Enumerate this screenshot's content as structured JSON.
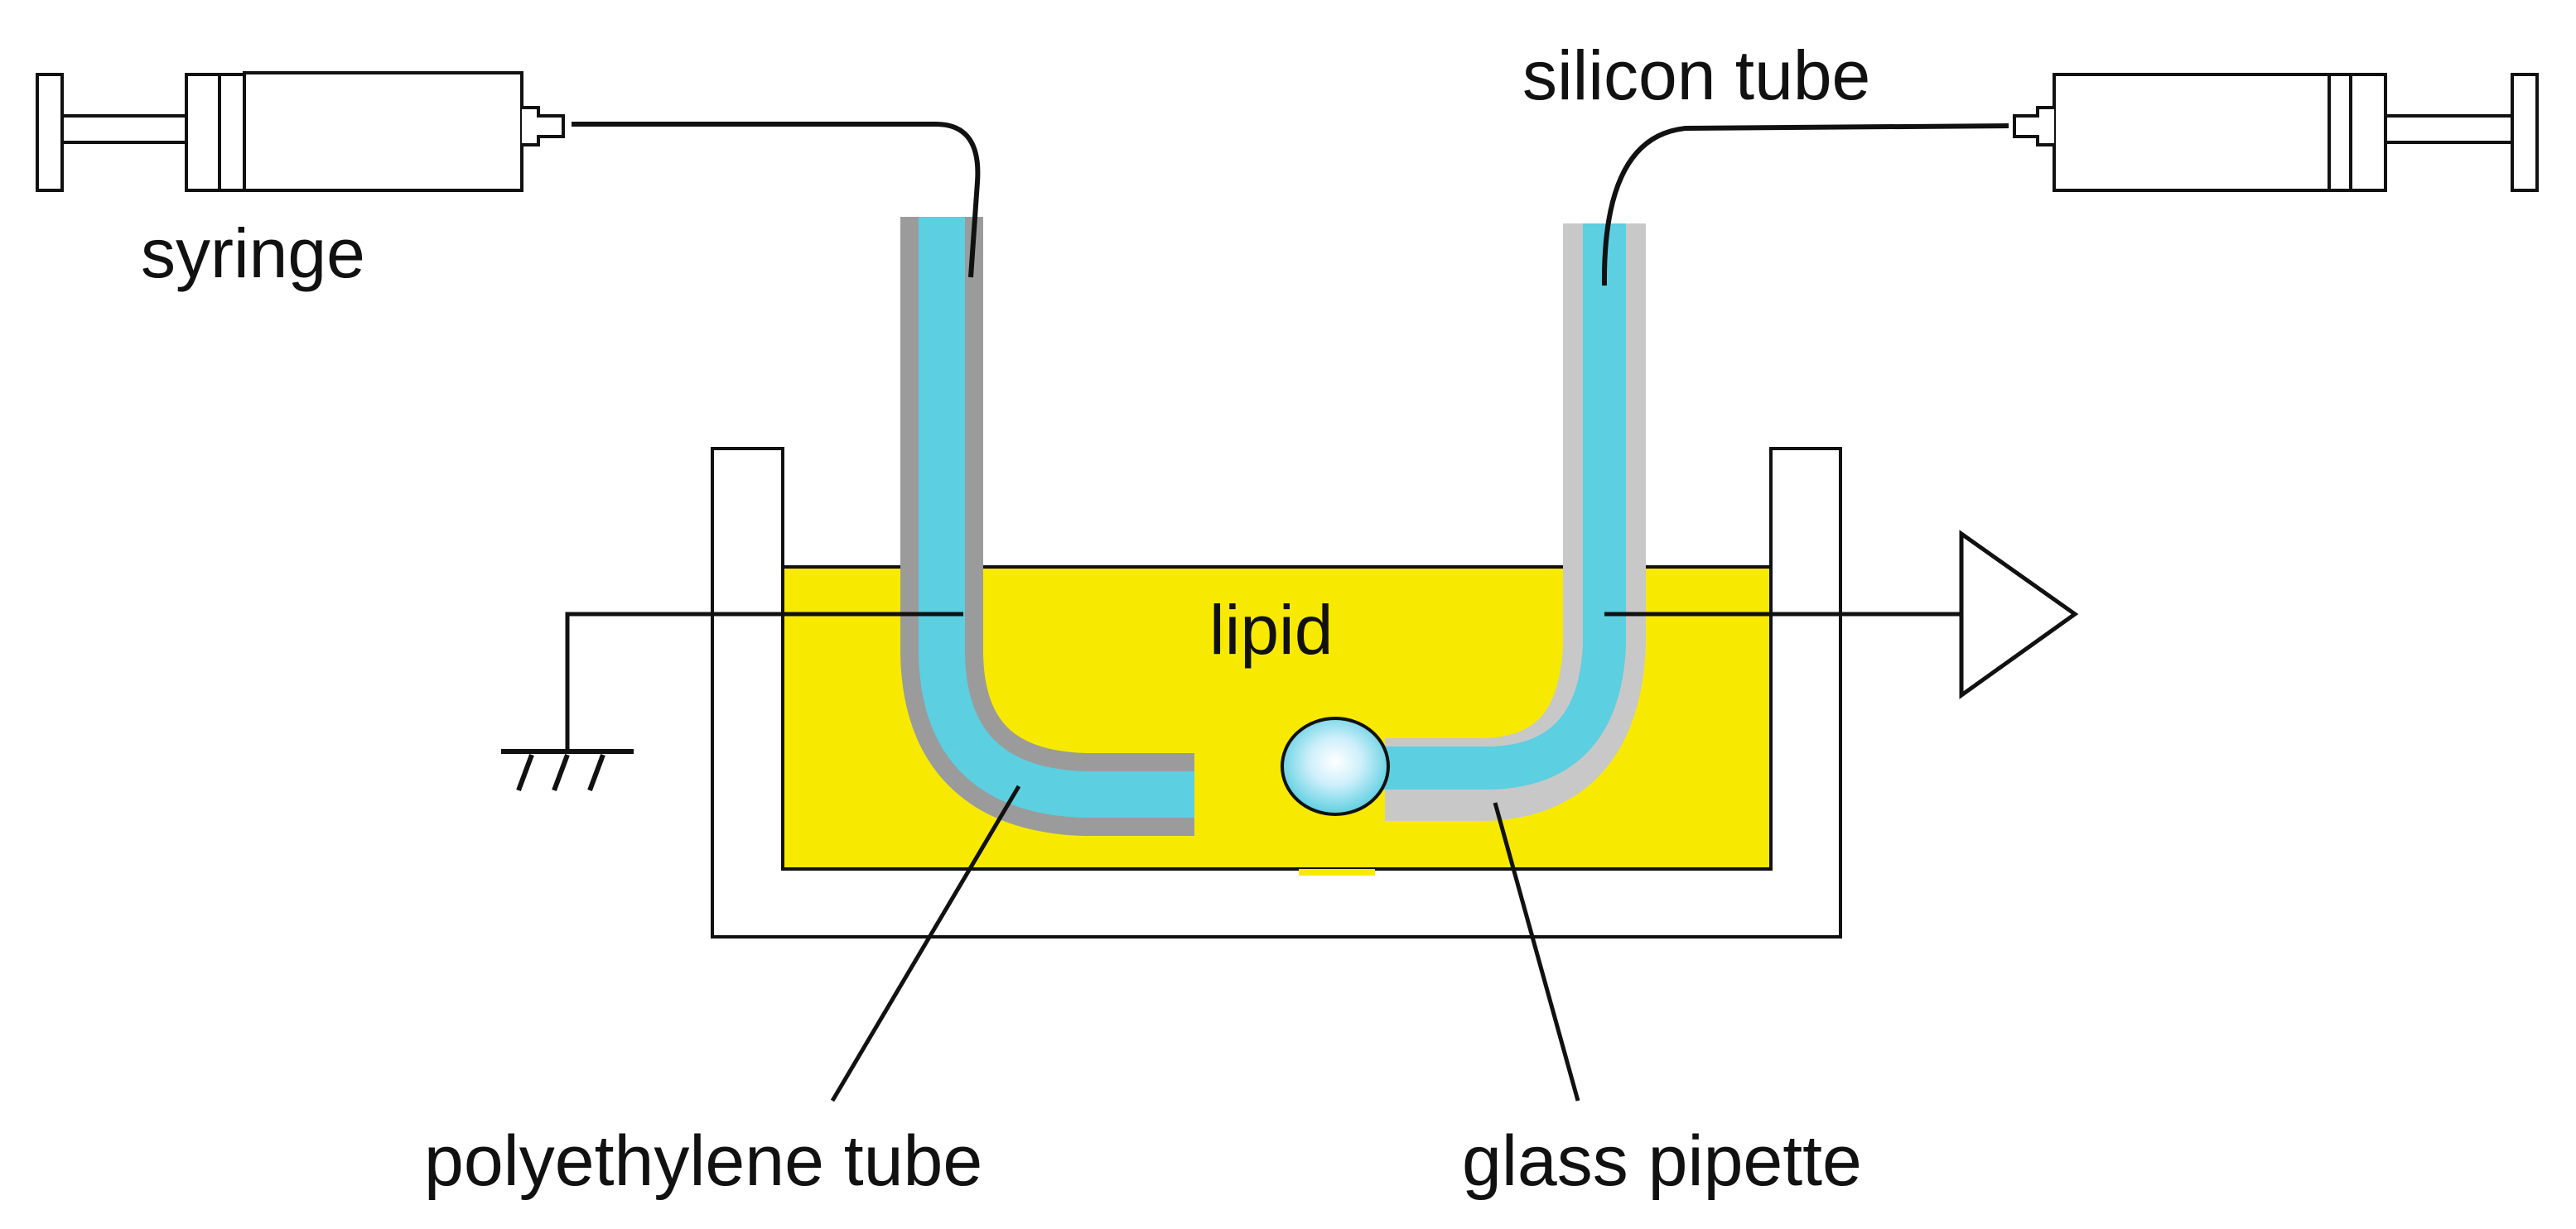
{
  "labels": {
    "syringe": "syringe",
    "silicon_tube": "silicon tube",
    "lipid": "lipid",
    "polyethylene_tube": "polyethylene tube",
    "glass_pipette": "glass pipette"
  },
  "colors": {
    "background": "#ffffff",
    "lipid_solution": "#f7ea00",
    "tube_inner": "#5ccfe0",
    "polyethylene_wall": "#9b9b9b",
    "glass_wall": "#c8c8c8",
    "bubble_fill": "#a9e3f7",
    "outline": "#111111"
  }
}
